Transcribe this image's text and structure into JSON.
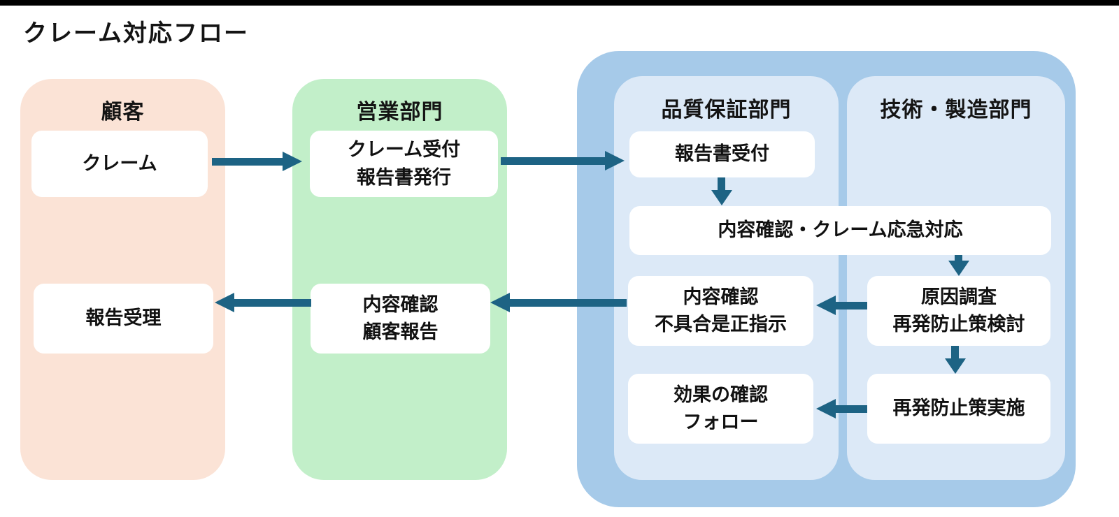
{
  "title": "クレーム対応フロー",
  "colors": {
    "customer_lane": "#FBE3D6",
    "sales_lane": "#C2EFC9",
    "qa_tech_outer": "#A6CAE9",
    "inner_lane": "#DCE9F7",
    "arrow": "#1D6384",
    "box": "#FFFFFF",
    "text": "#111111"
  },
  "lanes": {
    "customer": {
      "label": "顧客"
    },
    "sales": {
      "label": "営業部門"
    },
    "qa": {
      "label": "品質保証部門"
    },
    "tech": {
      "label": "技術・製造部門"
    }
  },
  "nodes": {
    "claim": {
      "label": "クレーム"
    },
    "claim_reception": {
      "lines": [
        "クレーム受付",
        "報告書発行"
      ]
    },
    "report_reception": {
      "label": "報告書受付"
    },
    "emergency_response": {
      "label": "内容確認・クレーム応急対応"
    },
    "correction_instruction": {
      "lines": [
        "内容確認",
        "不具合是正指示"
      ]
    },
    "effect_check": {
      "lines": [
        "効果の確認",
        "フォロー"
      ]
    },
    "cause_investigation": {
      "lines": [
        "原因調査",
        "再発防止策検討"
      ]
    },
    "prevention_implementation": {
      "label": "再発防止策実施"
    },
    "report_acceptance": {
      "label": "報告受理"
    },
    "customer_report": {
      "lines": [
        "内容確認",
        "顧客報告"
      ]
    }
  }
}
